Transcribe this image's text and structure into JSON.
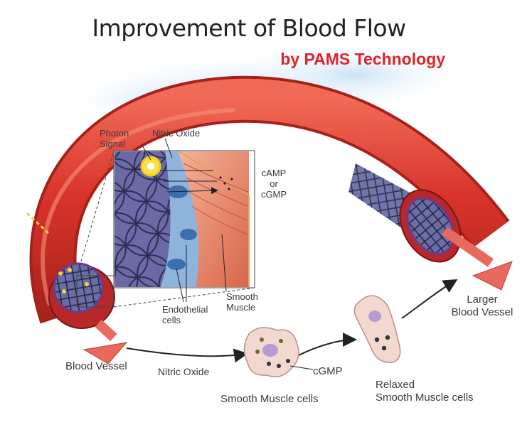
{
  "header": {
    "title": "Improvement of  Blood Flow",
    "subtitle": "by PAMS Technology"
  },
  "labels": {
    "photon_signal_line1": "Photon",
    "photon_signal_line2": "Signal",
    "nitric_oxide_top": "Nitric Oxide",
    "camp_line1": "cAMP",
    "camp_line2": "or",
    "camp_line3": "cGMP",
    "endothelial_line1": "Endothelial",
    "endothelial_line2": "cells",
    "smooth_muscle_line1": "Smooth",
    "smooth_muscle_line2": "Muscle",
    "blood_vessel": "Blood Vessel",
    "nitric_oxide_bottom": "Nitric Oxide",
    "cgmp": "cGMP",
    "smooth_muscle_cells": "Smooth Muscle cells",
    "relaxed_line1": "Relaxed",
    "relaxed_line2": "Smooth Muscle cells",
    "larger_line1": "Larger",
    "larger_line2": "Blood Vessel"
  },
  "colors": {
    "vessel_red": "#d8342a",
    "vessel_dark": "#a5211a",
    "arrow_pink": "#e86a5f",
    "mesh_purple": "#5a5a8e",
    "cell_pink": "#f3d8cf",
    "nucleus_purple": "#b59ad6",
    "sky_blue": "#cfe6f5"
  }
}
